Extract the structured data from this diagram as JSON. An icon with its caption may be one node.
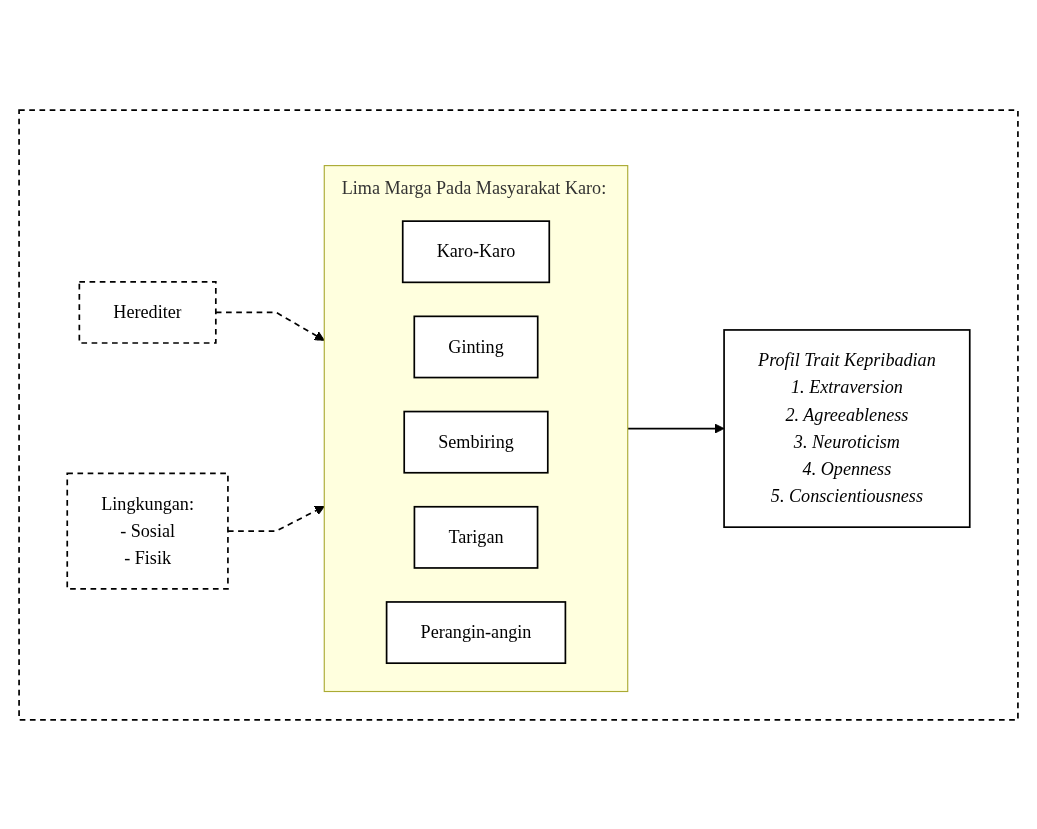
{
  "diagram": {
    "nodes": [
      {
        "text": [],
        "shape": "box"
      },
      {
        "text": [
          "Herediter"
        ],
        "in": 0
      },
      {
        "text": [
          "Lima Marga Pada Masyarakat Karo:"
        ],
        "in": 0
      },
      {
        "text": [
          "Karo-Karo"
        ],
        "in": 2
      },
      {
        "text": [
          "Ginting"
        ],
        "in": 2
      },
      {
        "text": [
          "Sembiring"
        ],
        "in": 2
      },
      {
        "text": [
          "Tarigan"
        ],
        "in": 2
      },
      {
        "text": [
          "Perangin-angin"
        ],
        "in": 2
      },
      {
        "text": [
          "Lingkungan:",
          "- Sosial",
          "- Fisik"
        ],
        "in": 0
      },
      {
        "text": [
          "Profil Trait Kepribadian",
          "1. Extraversion",
          "2. Agreeableness",
          "3. Neuroticism",
          "4. Openness",
          "5. Conscientiousness"
        ],
        "in": 0
      }
    ],
    "edges": [
      {
        "from": 1,
        "to": 2,
        "arrow": "to",
        "style": "dashed"
      },
      {
        "from": 8,
        "to": 2,
        "arrow": "to",
        "style": "dashed"
      },
      {
        "from": 2,
        "to": 9,
        "arrow": "to"
      }
    ]
  }
}
